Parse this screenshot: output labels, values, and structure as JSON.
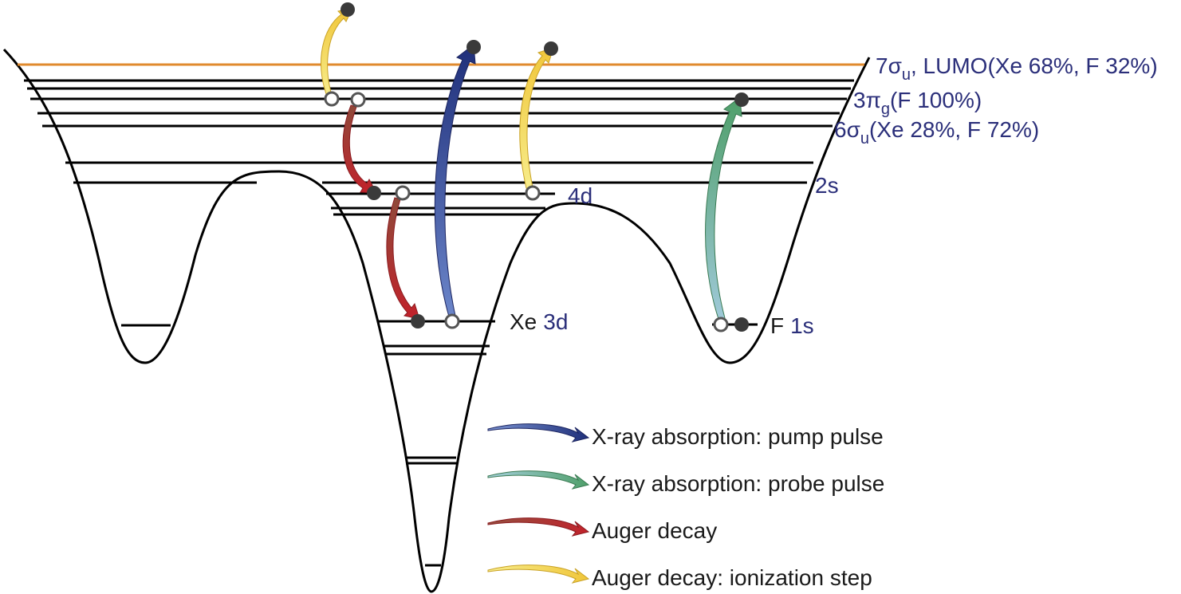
{
  "levels": {
    "lumo": {
      "prefix": "7σ",
      "sub": "u",
      "suffix": ", LUMO(Xe 68%, F 32%)"
    },
    "pi": {
      "prefix": "3π",
      "sub": "g",
      "suffix": "(F 100%)"
    },
    "sigma6": {
      "prefix": "6σ",
      "sub": "u",
      "suffix": "(Xe 28%, F 72%)"
    },
    "s2": "2s",
    "d4": "4d",
    "xe3d": {
      "element": "Xe",
      "orbital": "3d"
    },
    "f1s": {
      "element": "F",
      "orbital": "1s"
    }
  },
  "legend": [
    {
      "label": "X-ray absorption: pump pulse",
      "color": "#2a3f8f"
    },
    {
      "label": "X-ray absorption: probe pulse",
      "color": "#5aa97a"
    },
    {
      "label": "Auger decay",
      "color": "#b3262b"
    },
    {
      "label": "Auger decay: ionization step",
      "color": "#f2d64a"
    }
  ],
  "colors": {
    "lumo_line": "#e08a2e",
    "pump": "#2a3f8f",
    "probe": "#5aa97a",
    "auger": "#b3262b",
    "ionization": "#f2d64a",
    "label_navy": "#2b2f7a"
  }
}
